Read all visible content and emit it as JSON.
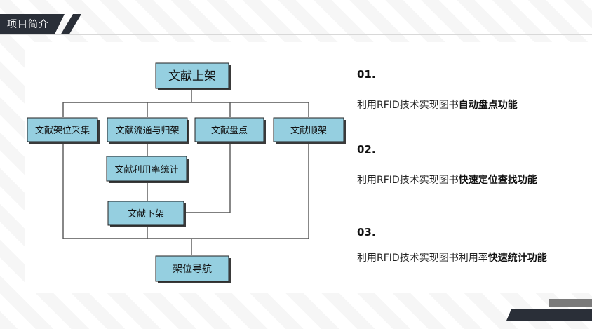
{
  "header": {
    "title": "项目简介"
  },
  "diagram": {
    "nodes": {
      "shelving": "文献上架",
      "shelf_collect": "文献架位采集",
      "circulation": "文献流通与归架",
      "inventory": "文献盘点",
      "ordering": "文献顺架",
      "utilization": "文献利用率统计",
      "removal": "文献下架",
      "navigation": "架位导航"
    }
  },
  "items": [
    {
      "number": "01.",
      "prefix": "利用RFID技术实现图书",
      "emphasis": "自动盘点功能"
    },
    {
      "number": "02.",
      "prefix": "利用RFID技术实现图书",
      "emphasis": "快速定位查找功能"
    },
    {
      "number": "03.",
      "prefix": "利用RFID技术实现图书利用率",
      "emphasis": "快速统计功能"
    }
  ]
}
